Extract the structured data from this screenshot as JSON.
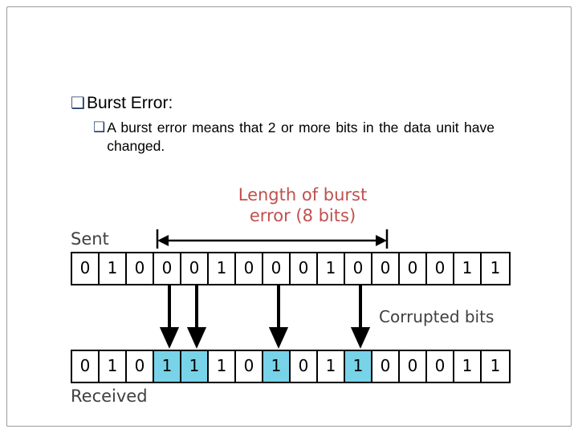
{
  "slide": {
    "bullets": [
      {
        "level": 1,
        "marker": "❑",
        "text": "Burst Error:"
      },
      {
        "level": 2,
        "marker": "❑",
        "text": "A burst error means that 2 or more bits in the data unit have changed."
      }
    ]
  },
  "figure": {
    "title_line1": "Length of burst",
    "title_line2": "error (8 bits)",
    "label_sent": "Sent",
    "label_received": "Received",
    "label_corrupted": "Corrupted bits",
    "sent_bits": [
      "0",
      "1",
      "0",
      "0",
      "0",
      "1",
      "0",
      "0",
      "0",
      "1",
      "0",
      "0",
      "0",
      "0",
      "1",
      "1"
    ],
    "received_bits": [
      "0",
      "1",
      "0",
      "1",
      "1",
      "1",
      "0",
      "1",
      "0",
      "1",
      "1",
      "0",
      "0",
      "0",
      "1",
      "1"
    ],
    "corrupted_indices": [
      3,
      4,
      7,
      10
    ],
    "colors": {
      "title": "#c0504d",
      "highlight": "#78d3e8",
      "label": "#404040",
      "bullet_marker": "#1f3864",
      "border": "#000000"
    }
  }
}
